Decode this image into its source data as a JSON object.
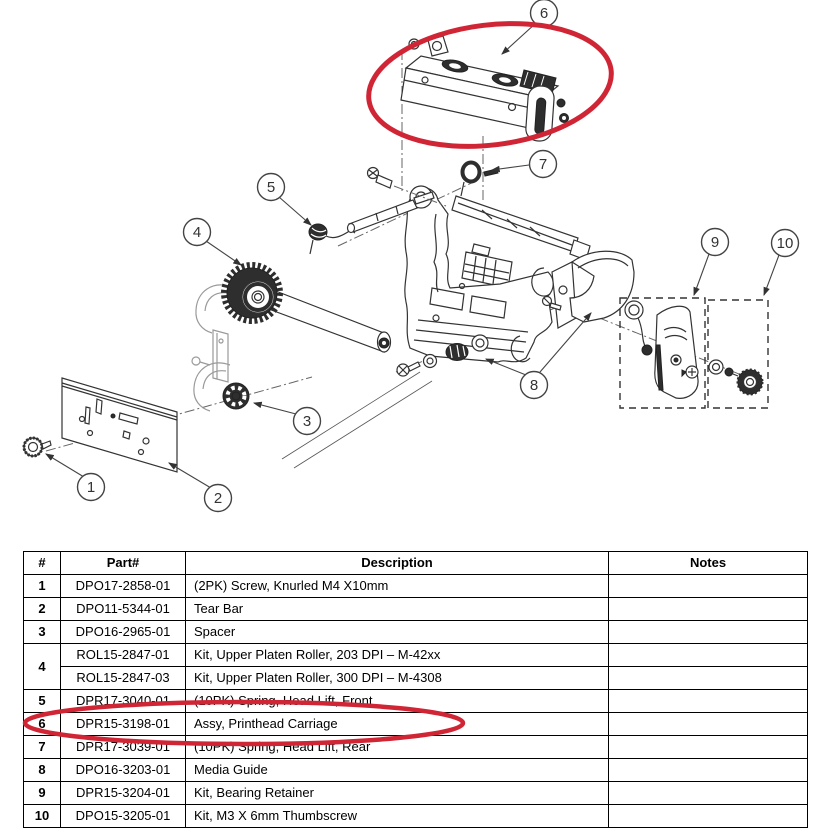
{
  "colors": {
    "highlight": "#d02535",
    "line": "#333333",
    "ghost": "#9a9a9a"
  },
  "figure": {
    "callouts": [
      {
        "label": "1"
      },
      {
        "label": "2"
      },
      {
        "label": "3"
      },
      {
        "label": "4"
      },
      {
        "label": "5"
      },
      {
        "label": "6"
      },
      {
        "label": "7"
      },
      {
        "label": "8"
      },
      {
        "label": "9"
      },
      {
        "label": "10"
      }
    ]
  },
  "table": {
    "headers": {
      "num": "#",
      "part": "Part#",
      "desc": "Description",
      "notes": "Notes"
    },
    "rows": [
      {
        "num": "1",
        "part": "DPO17-2858-01",
        "desc": "(2PK) Screw, Knurled M4 X10mm",
        "notes": ""
      },
      {
        "num": "2",
        "part": "DPO11-5344-01",
        "desc": "Tear Bar",
        "notes": ""
      },
      {
        "num": "3",
        "part": "DPO16-2965-01",
        "desc": "Spacer",
        "notes": ""
      },
      {
        "num": "4",
        "part": "ROL15-2847-01",
        "desc": "Kit, Upper Platen Roller, 203 DPI – M-42xx",
        "notes": ""
      },
      {
        "num": "",
        "part": "ROL15-2847-03",
        "desc": "Kit, Upper Platen Roller, 300 DPI – M-4308",
        "notes": ""
      },
      {
        "num": "5",
        "part": "DPR17-3040-01",
        "desc": "(10PK) Spring, Head Lift, Front",
        "notes": ""
      },
      {
        "num": "6",
        "part": "DPR15-3198-01",
        "desc": "Assy, Printhead Carriage",
        "notes": ""
      },
      {
        "num": "7",
        "part": "DPR17-3039-01",
        "desc": "(10PK) Spring, Head Lift, Rear",
        "notes": ""
      },
      {
        "num": "8",
        "part": "DPO16-3203-01",
        "desc": "Media Guide",
        "notes": ""
      },
      {
        "num": "9",
        "part": "DPR15-3204-01",
        "desc": "Kit, Bearing Retainer",
        "notes": ""
      },
      {
        "num": "10",
        "part": "DPO15-3205-01",
        "desc": "Kit, M3 X 6mm Thumbscrew",
        "notes": ""
      }
    ]
  }
}
